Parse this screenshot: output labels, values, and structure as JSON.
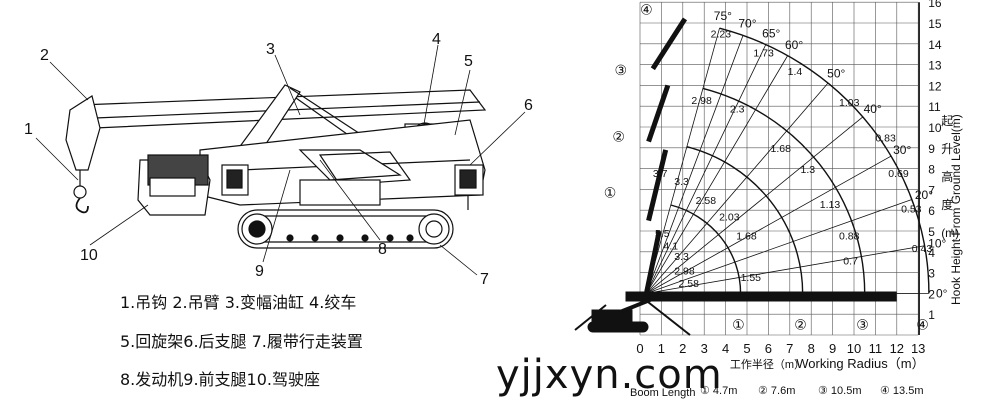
{
  "legend": {
    "line1": "1.吊钩 2.吊臂 3.变幅油缸 4.绞车",
    "line2": "5.回旋架6.后支腿 7.履带行走装置",
    "line3": "8.发动机9.前支腿10.驾驶座"
  },
  "callouts": [
    "1",
    "2",
    "3",
    "4",
    "5",
    "6",
    "7",
    "8",
    "9",
    "10"
  ],
  "watermark": "yjjxyn.com",
  "chart": {
    "x_ticks": [
      "0",
      "1",
      "2",
      "3",
      "4",
      "5",
      "6",
      "7",
      "8",
      "9",
      "10",
      "11",
      "12",
      "13"
    ],
    "y_ticks": [
      "1",
      "2",
      "3",
      "4",
      "5",
      "6",
      "7",
      "8",
      "9",
      "10",
      "11",
      "12",
      "13",
      "14",
      "15",
      "16"
    ],
    "x_label_cn": "工作半径（m）",
    "x_label_en": "Working Radius（m）",
    "y_label_en": "Hook Height From Ground Level(m)",
    "y_label_cn": [
      "起",
      "升",
      "高",
      "度",
      "(m)"
    ],
    "angles": [
      "75°",
      "70°",
      "65°",
      "60°",
      "50°",
      "40°",
      "30°",
      "20°",
      "10°",
      "0°"
    ],
    "boom_ids": [
      "①",
      "②",
      "③",
      "④"
    ],
    "boom_length_label": "Boom Length",
    "boom_lengths": [
      "① 4.7m",
      "② 7.6m",
      "③ 10.5m",
      "④ 13.5m"
    ],
    "load_labels": [
      "2.23",
      "1.73",
      "1.4",
      "1.03",
      "0.83",
      "0.69",
      "0.53",
      "0.43",
      "2.98",
      "2.3",
      "1.68",
      "1.3",
      "1.13",
      "0.88",
      "0.7",
      "3.7",
      "3.3",
      "2.58",
      "2.03",
      "1.68",
      "1.55",
      "5.5",
      "4.1",
      "3.3",
      "2.98",
      "2.58"
    ]
  }
}
